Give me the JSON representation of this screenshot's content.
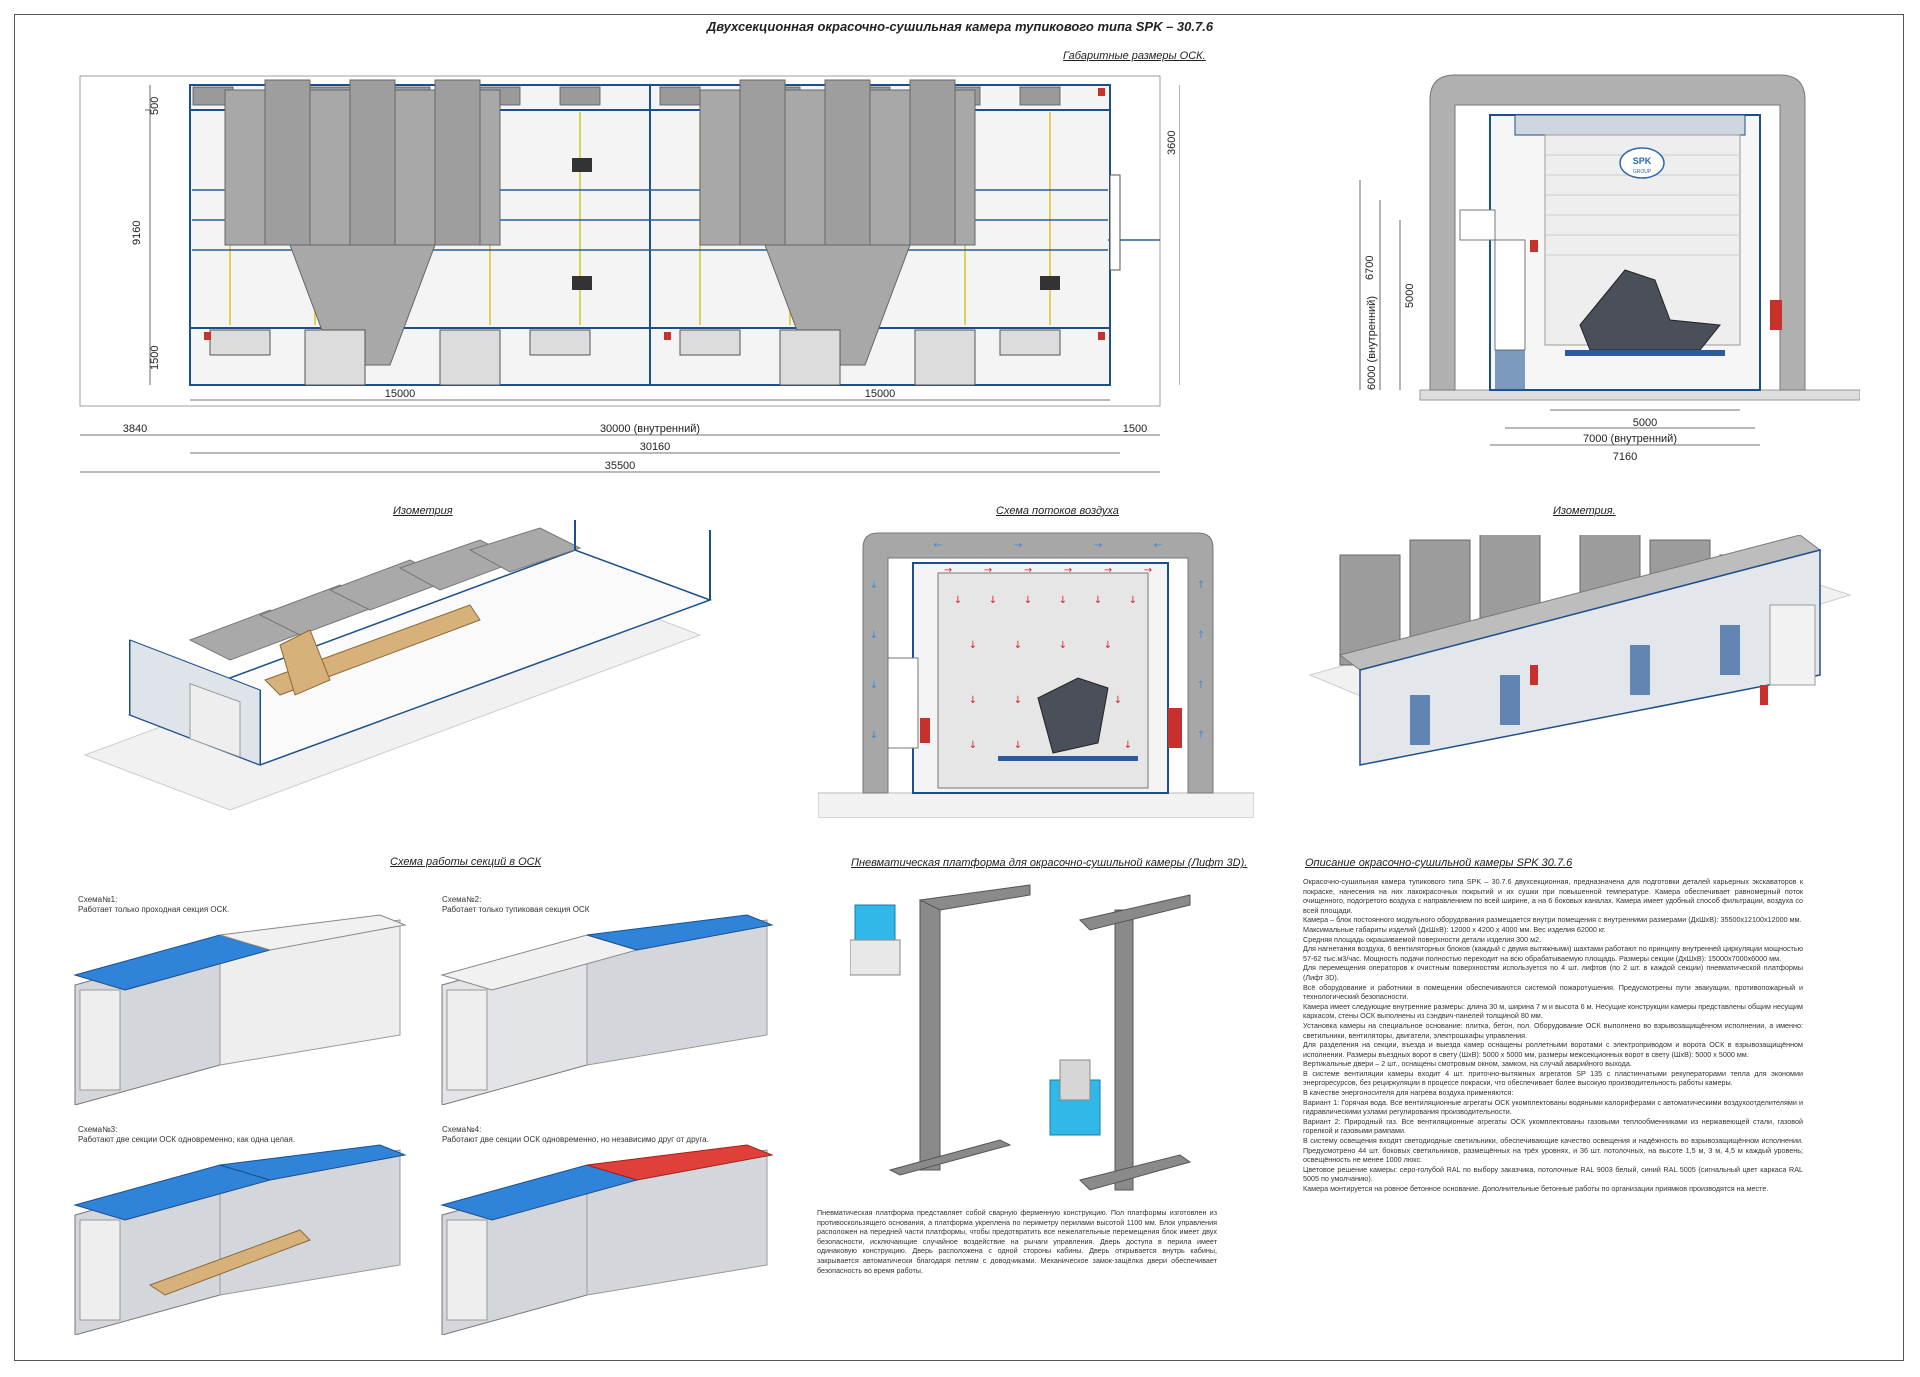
{
  "title": "Двухсекционная окрасочно-сушильная камера тупикового типа SPK – 30.7.6",
  "captions": {
    "plan": "Габаритные размеры ОСК.",
    "iso_left": "Изометрия",
    "airflow": "Схема потоков воздуха",
    "iso_right": "Изометрия.",
    "sections": "Схема работы секций в ОСК",
    "platform": "Пневматическая платформа для окрасочно-сушильной камеры (Лифт 3D).",
    "description": "Описание окрасочно-сушильной камеры SPK 30.7.6"
  },
  "plan_dims": {
    "left_top": "500",
    "left_mid": "9160",
    "left_bottom": "1500",
    "right_top": "3600",
    "section_1": "15000",
    "section_2": "15000",
    "left_out": "3840",
    "inner": "30000 (внутренний)",
    "right_out": "1500",
    "total_1": "30160",
    "total_2": "35500"
  },
  "front_dims": {
    "h1": "6700",
    "h2": "6000 (внутренний)",
    "h3": "5000",
    "w1": "5000",
    "w2": "7000 (внутренний)",
    "w3": "7160",
    "logo_1": "SPK",
    "logo_2": "GROUP"
  },
  "schemes": [
    {
      "label_1": "Схема№1:",
      "label_2": "Работает только проходная секция ОСК."
    },
    {
      "label_1": "Схема№2:",
      "label_2": "Работает только тупиковая секция ОСК"
    },
    {
      "label_1": "Схема№3:",
      "label_2": "Работают две секции ОСК одновременно, как одна целая."
    },
    {
      "label_1": "Схема№4:",
      "label_2": "Работают две секции ОСК одновременно, но независимо друг от друга."
    }
  ],
  "platform_text": "Пневматическая платформа представляет собой сварную ферменную конструкцию. Пол платформы изготовлен из противоскользящего основания, а платформа укреплена по периметру перилами высотой 1100 мм. Блок управления расположен на передней части платформы, чтобы предотвратить все нежелательные перемещения блок имеет двух безопасности, исключающие случайное воздействие на рычаги управления. Дверь доступа в перила имеет одинаковую конструкцию. Дверь расположена с одной стороны кабины. Дверь открывается внутрь кабины, закрывается автоматически благодаря петлям с доводчиками. Механическое замок-защёлка двери обеспечивает безопасность во время работы.",
  "description_text": [
    "Окрасочно-сушильная камера тупикового типа SPK – 30.7.6 двухсекционная, предназначена для подготовки деталей карьерных экскаваторов к покраске, нанесения на них лакокрасочных покрытий и их сушки при повышенной температуре. Камера обеспечивает равномерный поток очищенного, подогретого воздуха с направлением по всей ширине, а на 6 боковых каналах. Камера имеет удобный способ фильтрации, воздуха со всей площади.",
    "Камера – блок постоянного модульного оборудования размещается внутри помещения с внутренними размерами (ДхШхВ): 35500х12100х12000 мм.",
    "Максимальные габариты изделий (ДхШхВ): 12000 х 4200 х 4000 мм. Вес изделия 62000 кг.",
    "Средняя площадь окрашиваемой поверхности детали изделия 300 м2.",
    "Для нагнетания воздуха, 6 вентиляторных блоков (каждый с двумя вытяжными) шахтами работают по принципу внутренней циркуляции мощностью 57-62 тыс.м3/час. Мощность подачи полностью переходит на всю обрабатываемую площадь. Размеры секции (ДхШхВ): 15000х7000х6000 мм.",
    "Для перемещения операторов к очистным поверхностям используется по 4 шт. лифтов (по 2 шт. в каждой секции) пневматической платформы (Лифт 3D).",
    "Всё оборудование и работники в помещении обеспечиваются системой пожаротушения. Предусмотрены пути эвакуации, противопожарный и технологический безопасности.",
    "Камера имеет следующие внутренние размеры: длина 30 м, ширина 7 м и высота 6 м. Несущие конструкции камеры представлены общим несущим каркасом, стены ОСК выполнены из сэндвич-панелей толщиной 80 мм.",
    "Установка камеры на специальное основание: плитка, бетон, пол. Оборудование ОСК выполнено во взрывозащищённом исполнении, а именно: светильники, вентиляторы, двигатели, электрошкафы управления.",
    "Для разделения на секции, въезда и выезда камер оснащены роллетными воротами с электроприводом и ворота ОСК в взрывозащищённом исполнении. Размеры въездных ворот в свету (ШхВ): 5000 х 5000 мм, размеры межсекционных ворот в свету (ШхВ): 5000 х 5000 мм.",
    "Вертикальные двери – 2 шт., оснащены смотровым окном, замком, на случай аварийного выхода.",
    "В системе вентиляции камеры входит 4 шт. приточно-вытяжных агрегатов SP 135 с пластинчатыми рекуператорами тепла для экономии энергоресурсов, без рециркуляции в процессе покраски, что обеспечивает более высокую производительность работы камеры.",
    "В качестве энергоносителя для нагрева воздуха применяются:",
    "Вариант 1: Горячая вода. Все вентиляционные агрегаты ОСК укомплектованы водяными калориферами с автоматическими воздухоотделителями и гидравлическими узлами регулирования производительности.",
    "Вариант 2: Природный газ. Все вентиляционные агрегаты ОСК укомплектованы газовыми теплообменниками из нержавеющей стали, газовой горелкой и газовыми рампами.",
    "В систему освещения входят светодиодные светильники, обеспечивающие качество освещения и надёжность во взрывозащищённом исполнении. Предусмотрено 44 шт. боковых светильников, размещённых на трёх уровнях, и 36 шт. потолочных, на высоте 1,5 м, 3 м, 4,5 м каждый уровень; освещённость не менее 1000 люкс.",
    "Цветовое решение камеры: серо-голубой RAL по выбору заказчика, потолочные RAL 9003 белый, синий RAL 5005 (сигнальный цвет каркаса RAL 5005 по умолчанию).",
    "Камера монтируется на ровное бетонное основание. Дополнительные бетонные работы по организации приямков производятся на месте."
  ]
}
